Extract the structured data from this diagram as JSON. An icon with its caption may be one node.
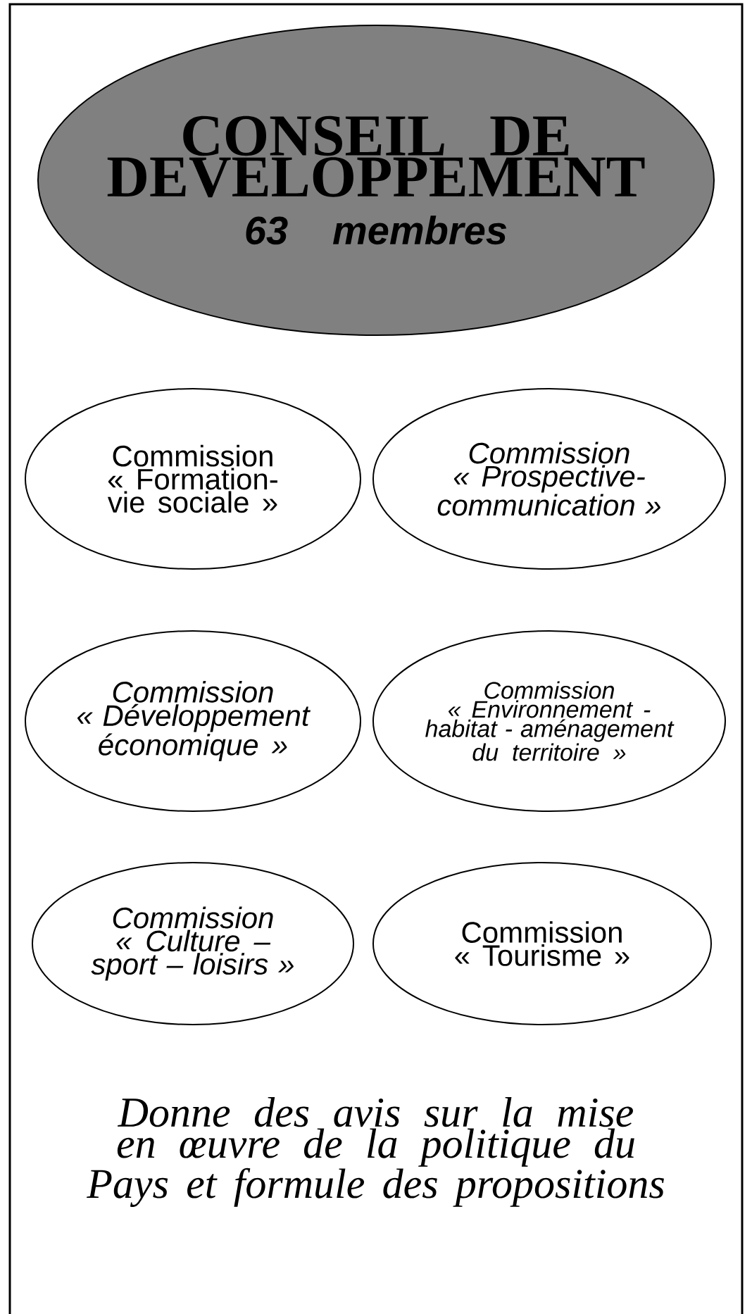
{
  "diagram": {
    "nodes": [
      {
        "text": [
          "CONSEIL DE DEVELOPPEMENT",
          "63 membres"
        ]
      },
      {
        "text": [
          "Commission « Formation-vie sociale »"
        ]
      },
      {
        "text": [
          "Commission « Prospective-communication »"
        ]
      },
      {
        "text": [
          "Commission « Développement économique »"
        ]
      },
      {
        "text": [
          "Commission « Environnement - habitat - aménagement du territoire »"
        ]
      },
      {
        "text": [
          "Commission « Culture – sport – loisirs »"
        ]
      },
      {
        "text": [
          "Commission « Tourisme »"
        ]
      }
    ],
    "labels": [
      "Donne des avis sur la mise en œuvre de la politique du Pays et formule des propositions"
    ]
  }
}
